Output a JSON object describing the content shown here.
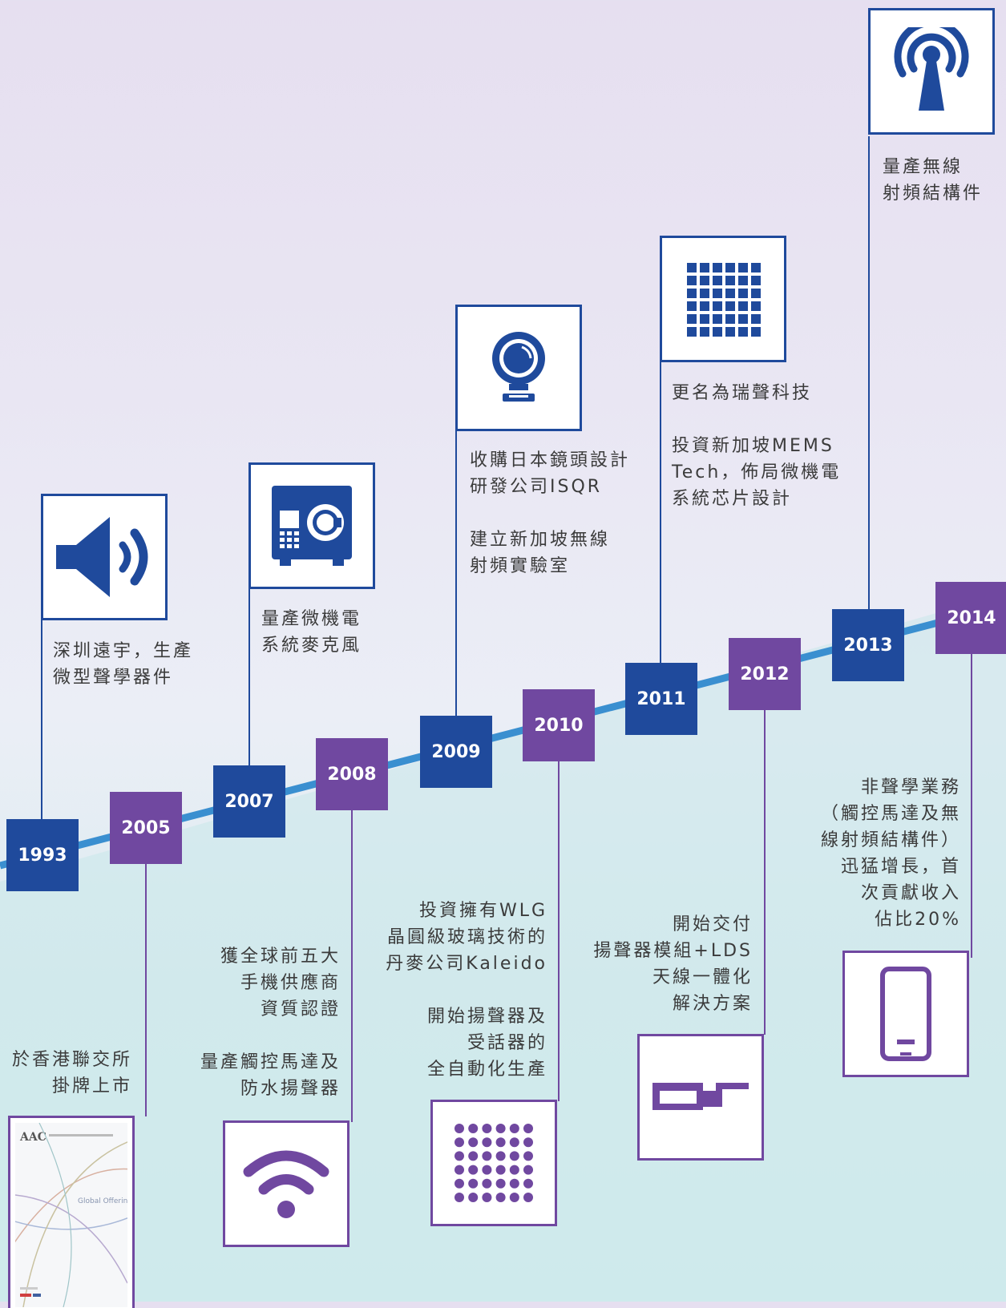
{
  "milestones": {
    "m1993": {
      "year": "1993",
      "lines": [
        "深圳遠宇，生產",
        "微型聲學器件"
      ]
    },
    "m2005": {
      "year": "2005",
      "lines": [
        "於香港聯交所",
        "掛牌上市"
      ],
      "cover_label": "Global Offering"
    },
    "m2007": {
      "year": "2007",
      "lines": [
        "量產微機電",
        "系統麥克風"
      ]
    },
    "m2008": {
      "year": "2008",
      "lines": [
        "獲全球前五大",
        "手機供應商",
        "資質認證",
        "量產觸控馬達及",
        "防水揚聲器"
      ]
    },
    "m2009": {
      "year": "2009",
      "lines": [
        "收購日本鏡頭設計",
        "研發公司ISQR",
        "建立新加坡無線",
        "射頻實驗室"
      ]
    },
    "m2010": {
      "year": "2010",
      "lines": [
        "投資擁有WLG",
        "晶圓級玻璃技術的",
        "丹麥公司Kaleido",
        "開始揚聲器及",
        "受話器的",
        "全自動化生產"
      ]
    },
    "m2011": {
      "year": "2011",
      "lines": [
        "更名為瑞聲科技",
        "投資新加坡MEMS",
        "Tech，佈局微機電",
        "系統芯片設計"
      ]
    },
    "m2012": {
      "year": "2012",
      "lines": [
        "開始交付",
        "揚聲器模組+LDS",
        "天線一體化",
        "解決方案"
      ]
    },
    "m2013": {
      "year": "2013",
      "lines": [
        "量產無線",
        "射頻結構件"
      ]
    },
    "m2014": {
      "year": "2014",
      "lines": [
        "非聲學業務",
        "（觸控馬達及無",
        "線射頻結構件）",
        "迅猛增長，首",
        "次貢獻收入",
        "佔比20%"
      ]
    }
  },
  "icons": {
    "m1993": "speaker-icon",
    "m2005": "prospectus-cover",
    "m2007": "safe-microphone-icon",
    "m2008": "wifi-icon",
    "m2009": "camera-lens-icon",
    "m2010": "dot-array-icon",
    "m2011": "chip-grid-icon",
    "m2012": "antenna-module-icon",
    "m2013": "radio-tower-icon",
    "m2014": "smartphone-icon"
  },
  "colors": {
    "blue": "#1f4a9c",
    "purple": "#7048a0",
    "line": "#3a8fd0"
  }
}
